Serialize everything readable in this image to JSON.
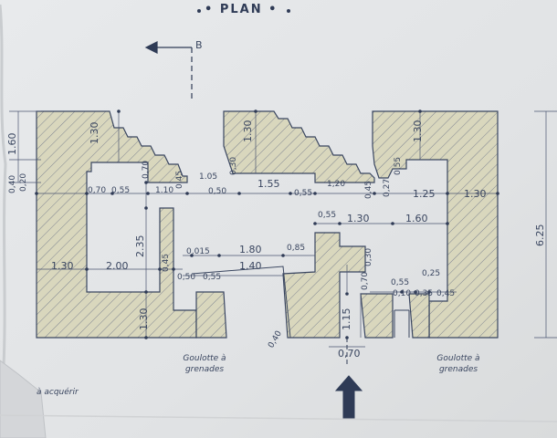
{
  "title": "• PLAN •",
  "section_marker": "B",
  "dimensions": {
    "d160": "1.60",
    "d130_top_left": "1.30",
    "d130_top_mid": "1.30",
    "d130_top_right": "1.30",
    "d040": "0,40",
    "d020": "0,20",
    "d070_a": "0,70",
    "d055_a": "0,55",
    "d070_b": "0,70",
    "d110": "1.10",
    "d045_a": "0.45",
    "d050": "0,50",
    "d105": "1.05",
    "d030": "0,30",
    "d155": "1.55",
    "d055_b": "0,55",
    "d120": "1,20",
    "d045_b": "0,45",
    "d027": "0,27",
    "d055_c": "0,55",
    "d125": "1.25",
    "d130_right": "1.30",
    "d625": "6.25",
    "d235": "2.35",
    "d055_d": "0,55",
    "d130_mid": "1.30",
    "d160_mid": "1.60",
    "d130_left": "1.30",
    "d200": "2.00",
    "d045_c": "0,45",
    "d015": "0,015",
    "d050_b": "0,50",
    "d055_e": "0,55",
    "d180": "1.80",
    "d140": "1.40",
    "d085": "0,85",
    "d030_b": "0,30",
    "d070_c": "0,70",
    "d055_f": "0,55",
    "d010": "0,10",
    "d035": "0,35",
    "d045_d": "0,45",
    "d025": "0,25",
    "d130_bottom": "1.30",
    "d115": "1.15",
    "d040_b": "0,40",
    "d070_entry": "0,70"
  },
  "notes": {
    "goulotte_left": "Goulotte à grenades",
    "goulotte_right": "Goulotte à grenades",
    "corner": "à acquérir"
  },
  "colors": {
    "paper": "#e3e5e6",
    "ink": "#3a4660",
    "hatch_fill": "#d6d3b4"
  }
}
